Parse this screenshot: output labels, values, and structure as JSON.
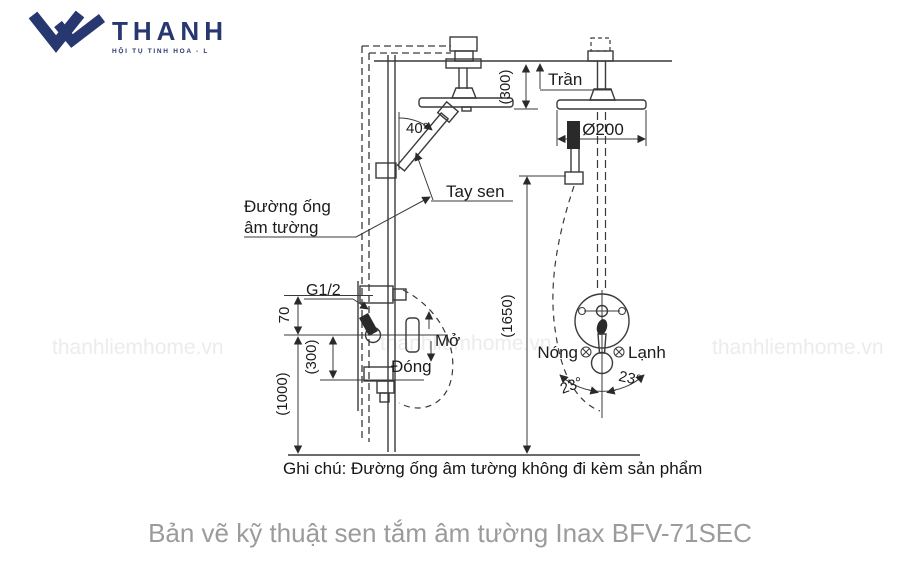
{
  "logo": {
    "name": "THANH",
    "tagline": "HỘI TỤ TINH HOA - L"
  },
  "watermark": {
    "text": "thanhliemhome.vn"
  },
  "colors": {
    "brand_navy": "#27376f",
    "drawing_line": "#3a3a3a",
    "caption_gray": "#9b9b9b",
    "watermark_gray": "#ececec"
  },
  "drawing": {
    "labels": {
      "ceiling": "Trần",
      "ceiling_offset": "(300)",
      "head_diameter": "Ø200",
      "hand_shower": "Tay sen",
      "hand_shower_angle": "40°",
      "concealed_pipe_line1": "Đường ống",
      "concealed_pipe_line2": "âm tường",
      "thread_size": "G1/2",
      "inlet_offset": "70",
      "spout_offset": "(300)",
      "valve_height": "(1000)",
      "holder_height": "(1650)",
      "open": "Mở",
      "close": "Đóng",
      "hot": "Nóng",
      "cold": "Lạnh",
      "swing_left": "23°",
      "swing_right": "23°"
    },
    "note": "Ghi chú: Đường ống âm tường không đi kèm sản phẩm"
  },
  "caption": "Bản vẽ kỹ thuật sen tắm âm tường Inax BFV-71SEC"
}
